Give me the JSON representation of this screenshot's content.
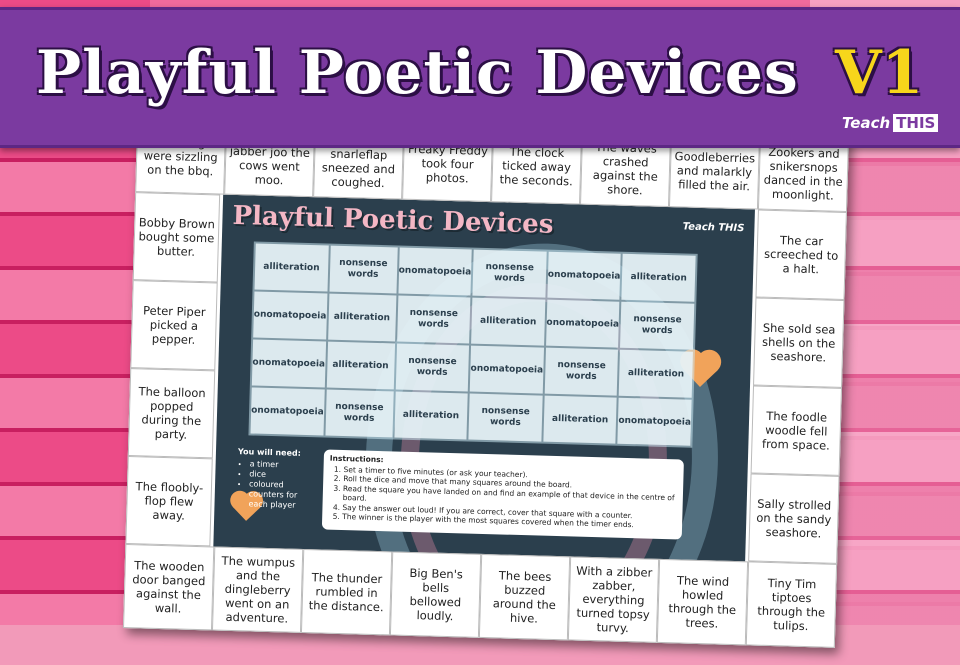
{
  "header": {
    "title": "Playful Poetic Devices",
    "version": "V1",
    "logo_a": "Teach",
    "logo_b": "THIS"
  },
  "board": {
    "top": [
      "Six sausages were sizzling on the bbq.",
      "In the jibber jabber joo the cows went moo.",
      "The snarleflap sneezed and coughed.",
      "Freaky Freddy took four photos.",
      "The clock ticked away the seconds.",
      "The waves crashed against the shore.",
      "Goodleberries and malarkly filled the air.",
      "Zookers and snikersnops danced in the moonlight."
    ],
    "left": [
      "Bobby Brown bought some butter.",
      "Peter Piper picked a pepper.",
      "The balloon popped during the party.",
      "The floobly-flop flew away."
    ],
    "right": [
      "The car screeched to a halt.",
      "She sold sea shells on the seashore.",
      "The foodle woodle fell from space.",
      "Sally strolled on the sandy seashore."
    ],
    "bottom": [
      "The wooden door banged against the wall.",
      "The wumpus and the dingleberry went on an adventure.",
      "The thunder rumbled in the distance.",
      "Big Ben's bells bellowed loudly.",
      "The bees buzzed around the hive.",
      "With a zibber zabber, everything turned topsy turvy.",
      "The wind howled through the trees.",
      "Tiny Tim tiptoes through the tulips."
    ]
  },
  "center": {
    "title": "Playful Poetic Devices",
    "logo": "Teach THIS",
    "grid": [
      "alliteration",
      "nonsense words",
      "onomatopoeia",
      "nonsense words",
      "onomatopoeia",
      "alliteration",
      "onomatopoeia",
      "alliteration",
      "nonsense words",
      "alliteration",
      "onomatopoeia",
      "nonsense words",
      "onomatopoeia",
      "alliteration",
      "nonsense words",
      "onomatopoeia",
      "nonsense words",
      "alliteration",
      "onomatopoeia",
      "nonsense words",
      "alliteration",
      "nonsense words",
      "alliteration",
      "onomatopoeia"
    ],
    "need_heading": "You will need:",
    "need_items": [
      "a timer",
      "dice",
      "coloured counters for each player"
    ],
    "instructions_heading": "Instructions:",
    "instructions": [
      "Set a timer to five minutes (or ask your teacher).",
      "Roll the dice and move that many squares around the board.",
      "Read the square you have landed on and find an example of that device in the centre of board.",
      "Say the answer out loud! If you are correct, cover that square with a counter.",
      "The winner is the player with the most squares covered when the timer ends."
    ]
  }
}
